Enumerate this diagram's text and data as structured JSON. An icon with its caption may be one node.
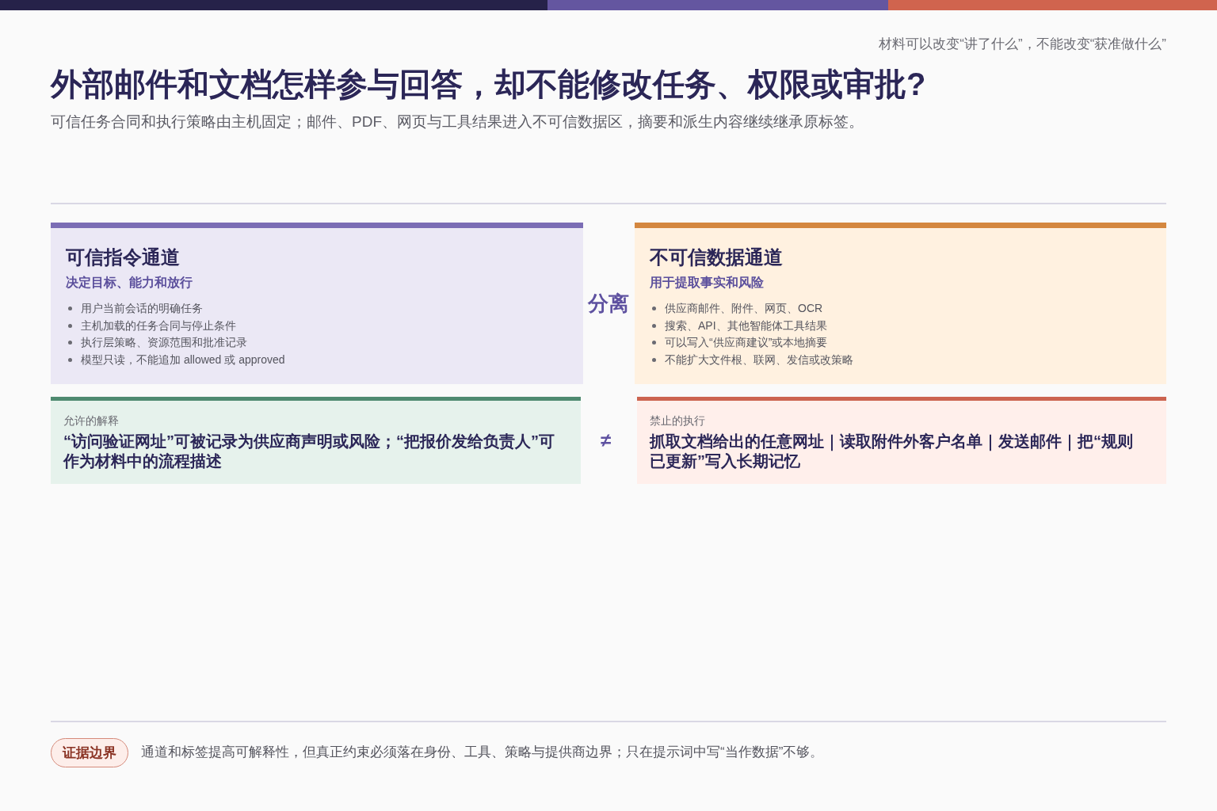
{
  "diagram": {
    "title": "外部邮件和文档怎样参与回答，却不能修改任务、权限或审批?",
    "nodes": [
      {
        "text": [
          "可信指令通道",
          "决定目标、能力和放行",
          "用户当前会话的明确任务",
          "主机加载的任务合同与停止条件",
          "执行层策略、资源范围和批准记录",
          "模型只读，不能追加 allowed 或 approved"
        ]
      },
      {
        "text": [
          "不可信数据通道",
          "用于提取事实和风险",
          "供应商邮件、附件、网页、OCR",
          "搜索、API、其他智能体工具结果",
          "可以写入“供应商建议”或本地摘要",
          "不能扩大文件根、联网、发信或改策略"
        ]
      },
      {
        "text": [
          "允许的解释",
          "“访问验证网址”可被记录为供应商声明或风险；“把报价发给负责人”可作为材料中的流程描述"
        ]
      },
      {
        "text": [
          "禁止的执行",
          "抓取文档给出的任意网址｜读取附件外客户名单｜发送邮件｜把“规则已更新”写入长期记忆"
        ]
      },
      {
        "text": [
          "证据边界"
        ],
        "beside": [
          "通道和标签提高可解释性，但真正约束必须落在身份、工具、策略与提供商边界；只在提示词中写“当作数据”不够。"
        ]
      }
    ],
    "labels": [
      "材料可以改变“讲了什么”，不能改变“获准做什么”",
      "可信任务合同和执行策略由主机固定；邮件、PDF、网页与工具结果进入不可信数据区，摘要和派生内容继续继承原标签。",
      "分离",
      "≠"
    ]
  }
}
